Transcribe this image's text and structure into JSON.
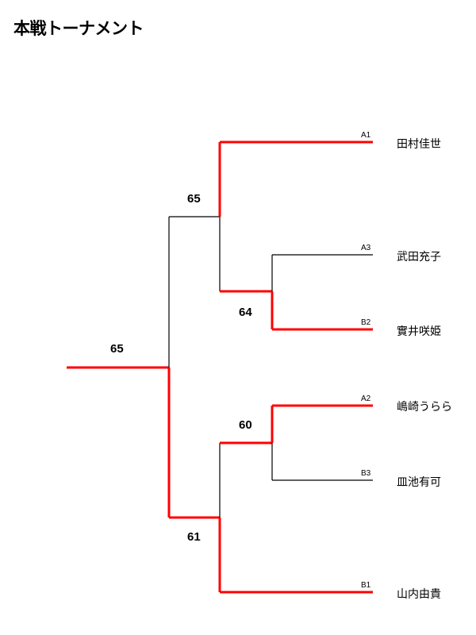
{
  "title": "本戦トーナメント",
  "colors": {
    "winner": "#ff0000",
    "line": "#000000"
  },
  "players": [
    {
      "seed": "A1",
      "name": "田村佳世"
    },
    {
      "seed": "A3",
      "name": "武田充子"
    },
    {
      "seed": "B2",
      "name": "實井咲姫"
    },
    {
      "seed": "A2",
      "name": "嶋崎うらら"
    },
    {
      "seed": "B3",
      "name": "皿池有可"
    },
    {
      "seed": "B1",
      "name": "山内由貴"
    }
  ],
  "scores": {
    "final": "65",
    "semi_top": "65",
    "semi_bottom": "61",
    "qf_top": "64",
    "qf_bottom": "60"
  }
}
